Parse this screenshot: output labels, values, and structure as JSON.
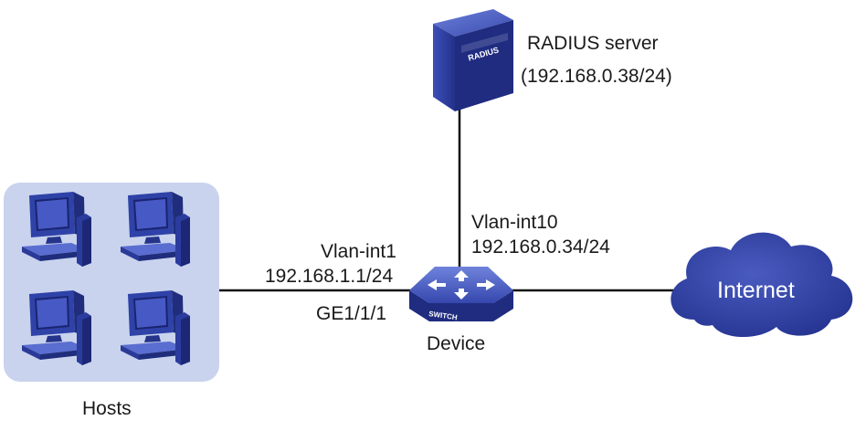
{
  "labels": {
    "radius_name": "RADIUS server",
    "radius_ip": "(192.168.0.38/24)",
    "server_badge": "RADIUS",
    "vlan10_name": "Vlan-int10",
    "vlan10_ip": "192.168.0.34/24",
    "vlan1_name": "Vlan-int1",
    "vlan1_ip": "192.168.1.1/24",
    "port": "GE1/1/1",
    "device": "Device",
    "switch_badge": "SWITCH",
    "internet": "Internet",
    "hosts": "Hosts"
  },
  "colors": {
    "device_blue": "#2d3fa3",
    "cloud_blue": "#3546a6",
    "hosts_panel": "#c9d3ee",
    "link": "#111111"
  }
}
